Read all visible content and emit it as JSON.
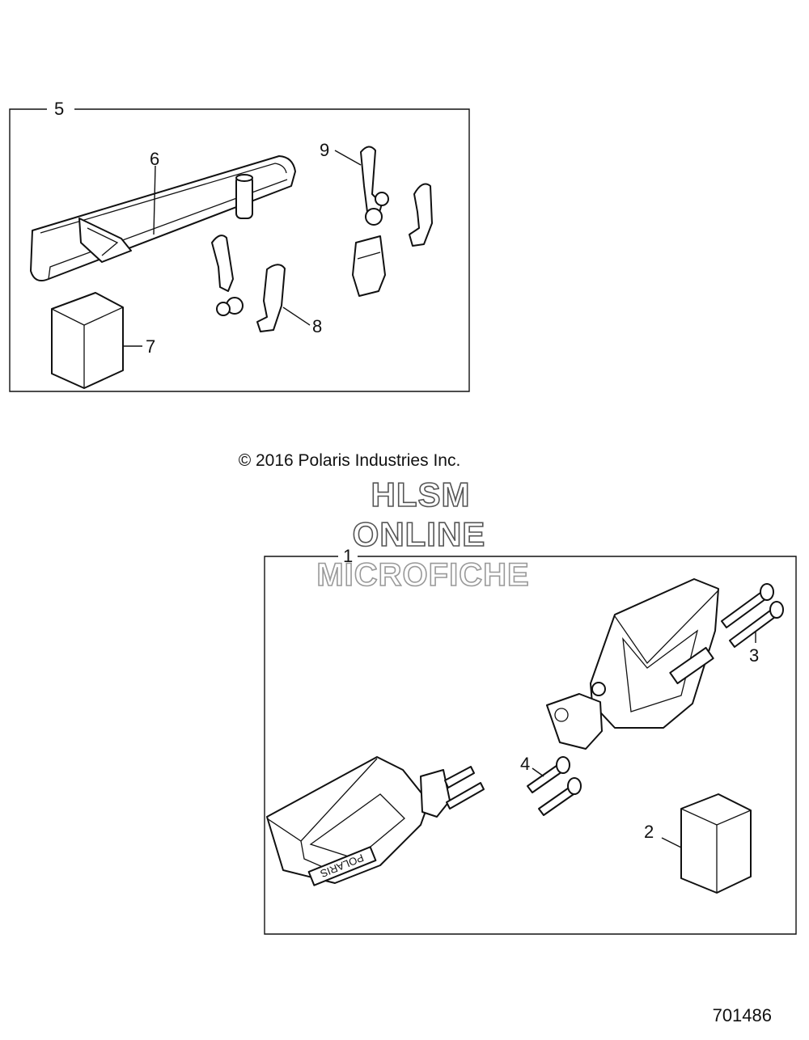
{
  "callouts": {
    "c1": "1",
    "c2": "2",
    "c3": "3",
    "c4": "4",
    "c5": "5",
    "c6": "6",
    "c7": "7",
    "c8": "8",
    "c9": "9"
  },
  "copyright": "© 2016 Polaris Industries Inc.",
  "watermark": {
    "line1": "HLSM",
    "line2": "ONLINE",
    "line3": "MICROFICHE"
  },
  "drawing_number": "701486",
  "part_lettering": {
    "brand": "POLARIS"
  },
  "colors": {
    "line": "#111111",
    "background": "#ffffff",
    "watermark_outline": "#555555"
  }
}
